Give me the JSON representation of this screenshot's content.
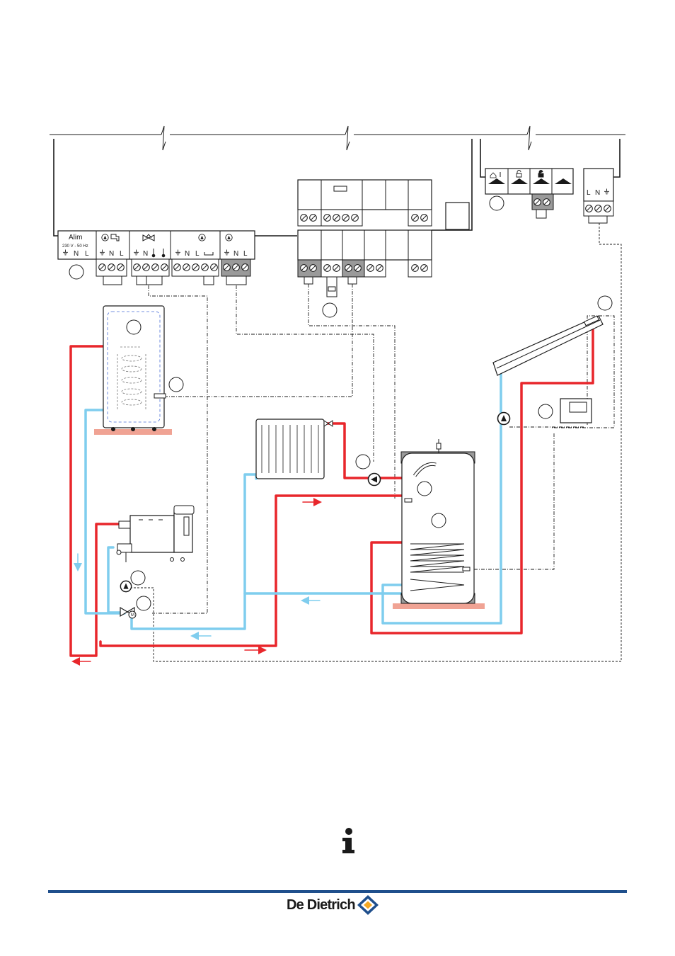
{
  "terminal_block_left": {
    "alim_label": "Alim",
    "alim_voltage": "230 V - 50 Hz",
    "terminal_letters": [
      "N",
      "L"
    ]
  },
  "room_unit_block": {
    "supply_letters": [
      "L",
      "N"
    ]
  },
  "footer": {
    "brand": "De Dietrich"
  },
  "colors": {
    "hot_flow": "#e8262b",
    "cold_return": "#7fcdee",
    "wiring": "#1a1a1a",
    "floor": "#f0a394",
    "footer_rule": "#1f4f8c",
    "brand_mark": "#f3a823"
  },
  "icons": [
    "pump-icon",
    "three-way-valve-icon",
    "thermometer-icon",
    "house-icon",
    "lock-icon",
    "plug-icon",
    "info-icon",
    "earth-icon"
  ]
}
